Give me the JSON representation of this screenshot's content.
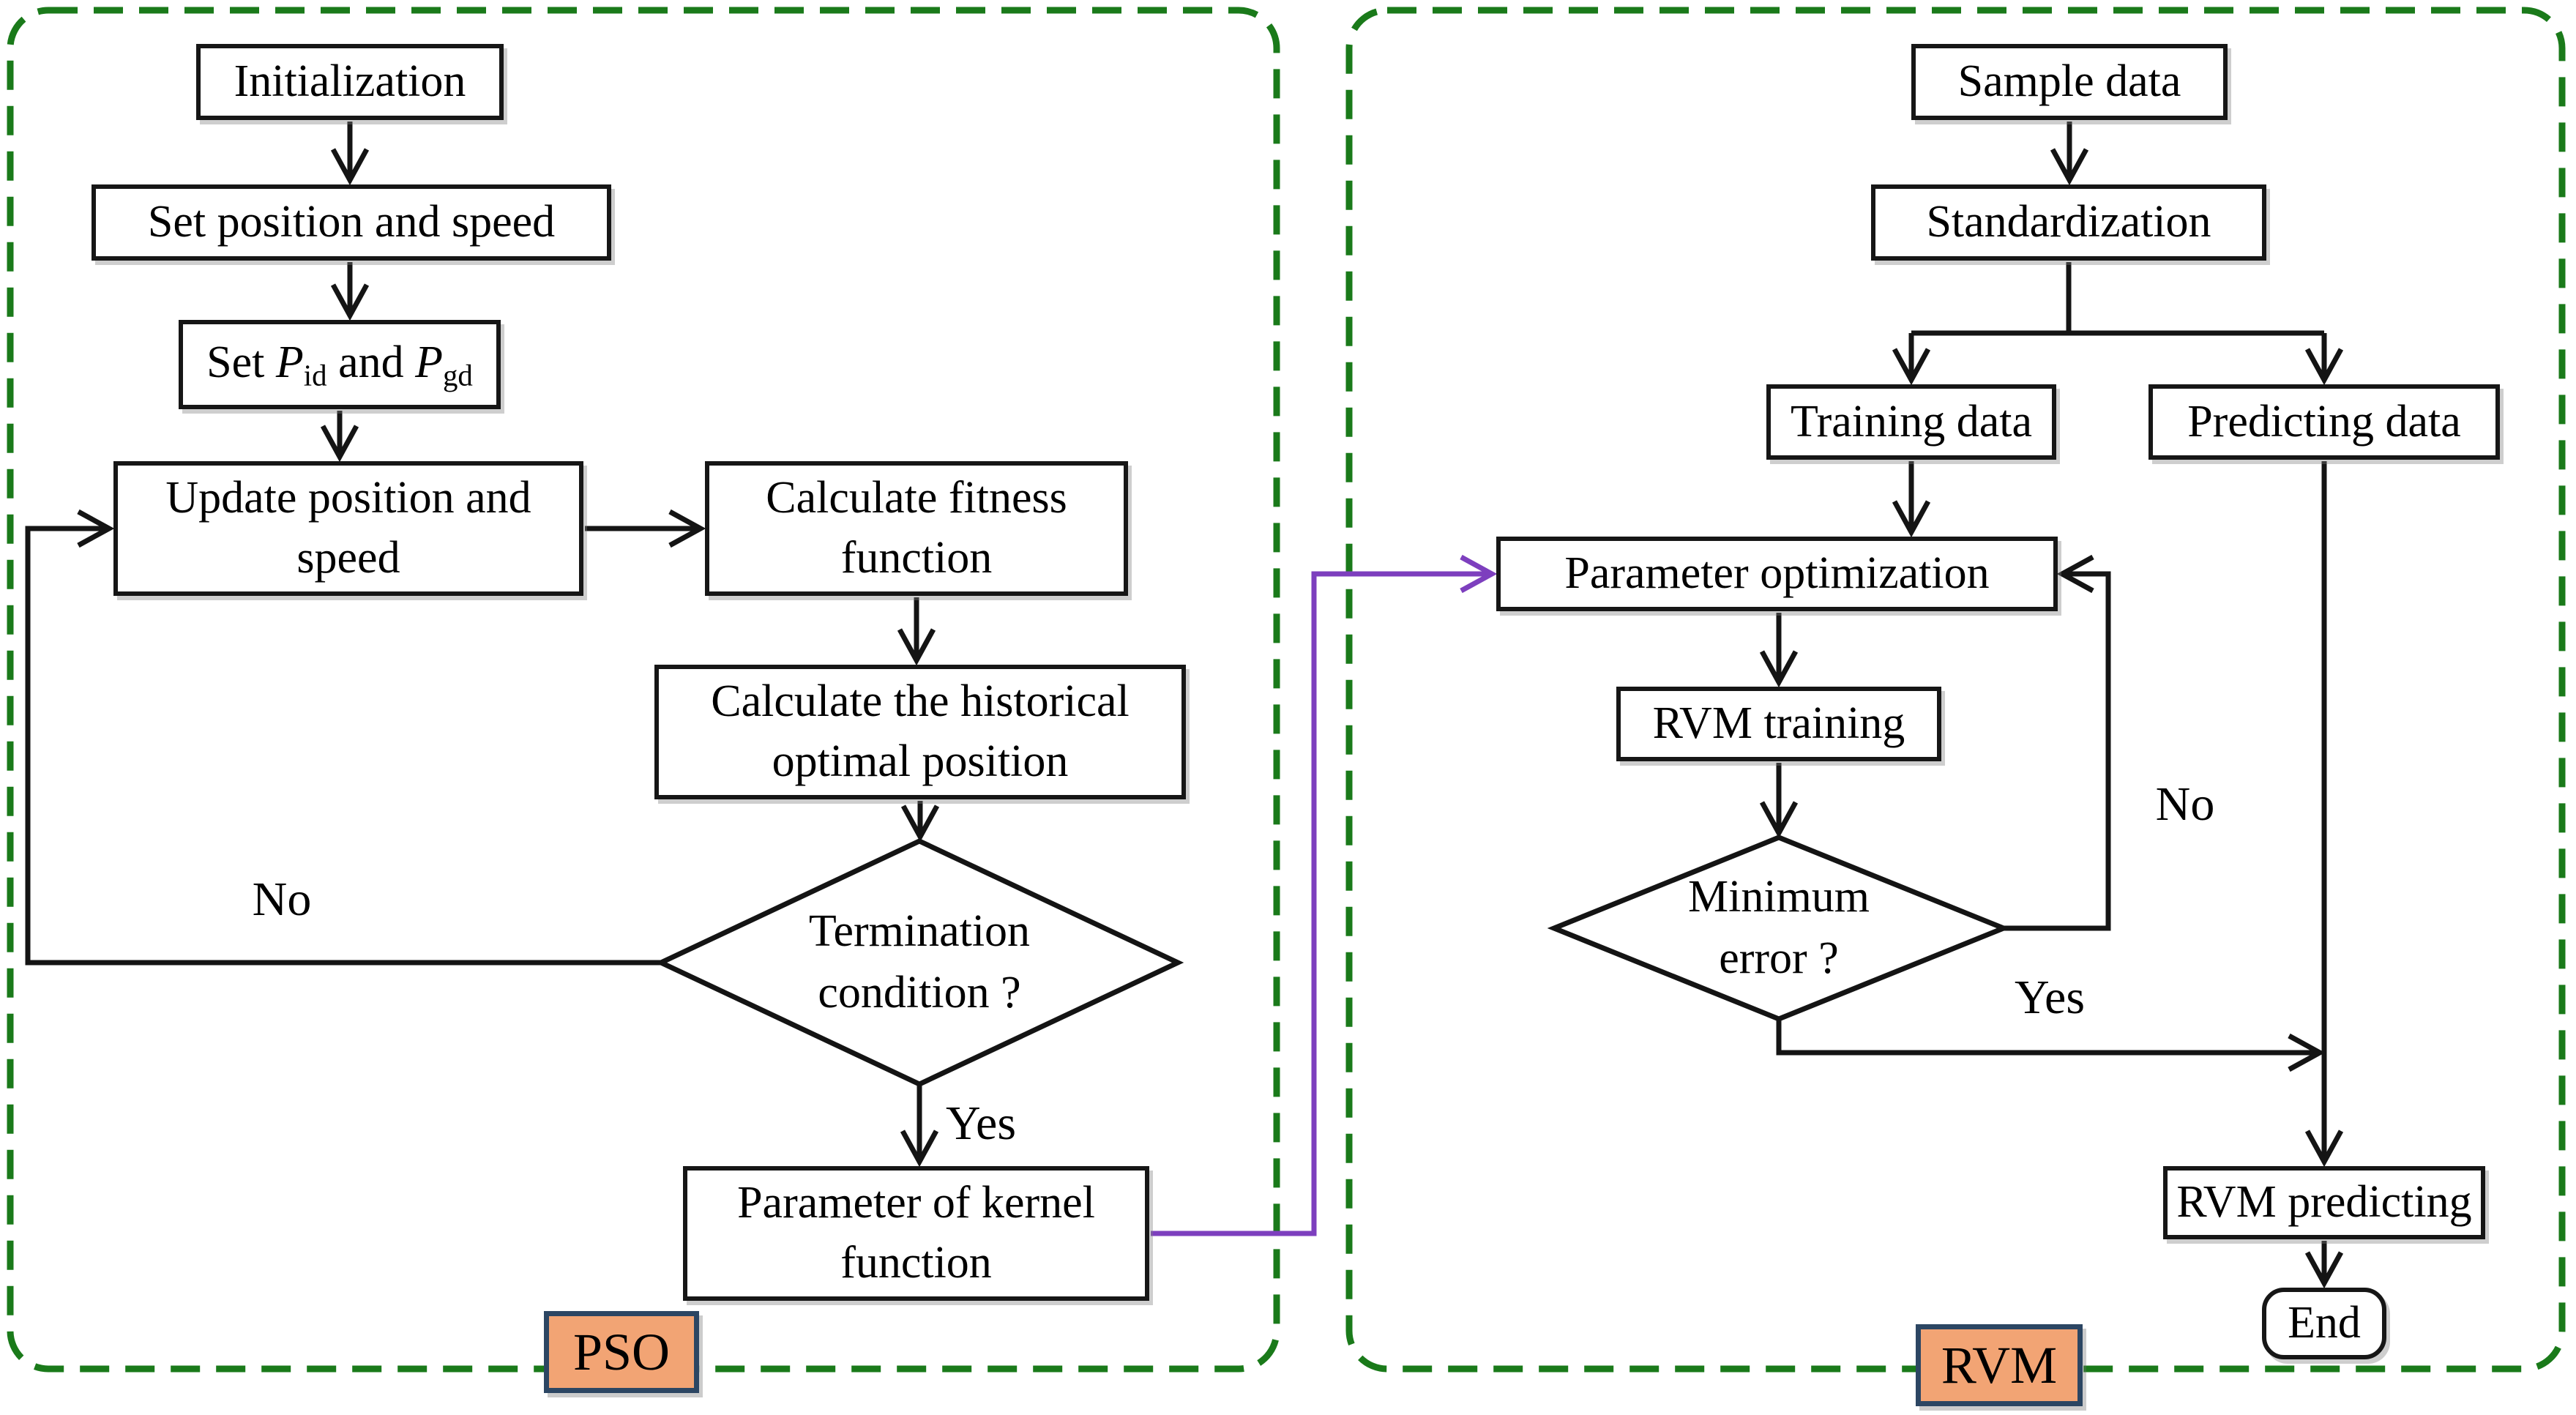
{
  "diagram": {
    "colors": {
      "panel_border": "#1a7a1a",
      "connector": "#141414",
      "pso_to_rvm": "#7d3fbe",
      "tag_fill": "#f2a474",
      "tag_border": "#2c4663"
    },
    "pso": {
      "tag": "PSO",
      "nodes": {
        "initialization": "Initialization",
        "set_position": "Set position and speed",
        "set_p_parts": [
          "Set ",
          "P",
          "id",
          " and ",
          "P",
          "gd"
        ],
        "update_position": "Update position and speed",
        "calc_fitness": "Calculate fitness function",
        "calc_historical": "Calculate the historical optimal position",
        "termination_lines": [
          "Termination",
          "condition ?"
        ],
        "param_kernel": "Parameter of kernel function"
      },
      "edge_labels": {
        "no": "No",
        "yes": "Yes"
      }
    },
    "rvm": {
      "tag": "RVM",
      "nodes": {
        "sample_data": "Sample data",
        "standardization": "Standardization",
        "training_data": "Training data",
        "predicting_data": "Predicting data",
        "param_opt": "Parameter optimization",
        "rvm_training": "RVM training",
        "min_error_lines": [
          "Minimum",
          "error ?"
        ],
        "rvm_predicting": "RVM predicting",
        "end": "End"
      },
      "edge_labels": {
        "no": "No",
        "yes": "Yes"
      }
    }
  }
}
